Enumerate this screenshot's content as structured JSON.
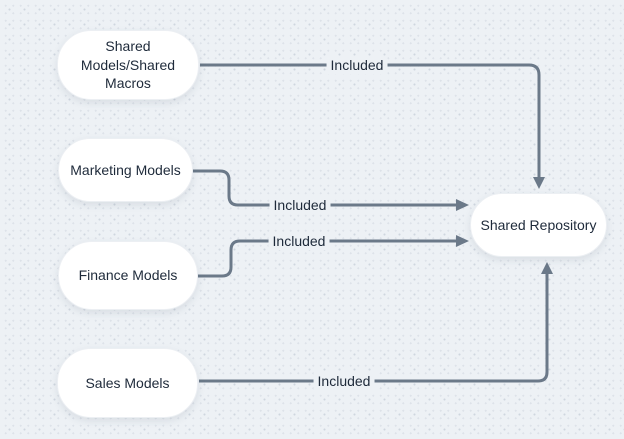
{
  "diagram": {
    "colors": {
      "background": "#edf1f5",
      "dot_grid": "#d6dce4",
      "connector": "#6b7989",
      "node_fill": "#ffffff",
      "text": "#1e2a3a"
    },
    "nodes": [
      {
        "id": "shared-models",
        "label": "Shared\nModels/Shared\nMacros"
      },
      {
        "id": "marketing-models",
        "label": "Marketing Models"
      },
      {
        "id": "finance-models",
        "label": "Finance Models"
      },
      {
        "id": "sales-models",
        "label": "Sales Models"
      },
      {
        "id": "shared-repository",
        "label": "Shared Repository"
      }
    ],
    "edges": [
      {
        "from": "shared-models",
        "to": "shared-repository",
        "label": "Included"
      },
      {
        "from": "marketing-models",
        "to": "shared-repository",
        "label": "Included"
      },
      {
        "from": "finance-models",
        "to": "shared-repository",
        "label": "Included"
      },
      {
        "from": "sales-models",
        "to": "shared-repository",
        "label": "Included"
      }
    ]
  }
}
